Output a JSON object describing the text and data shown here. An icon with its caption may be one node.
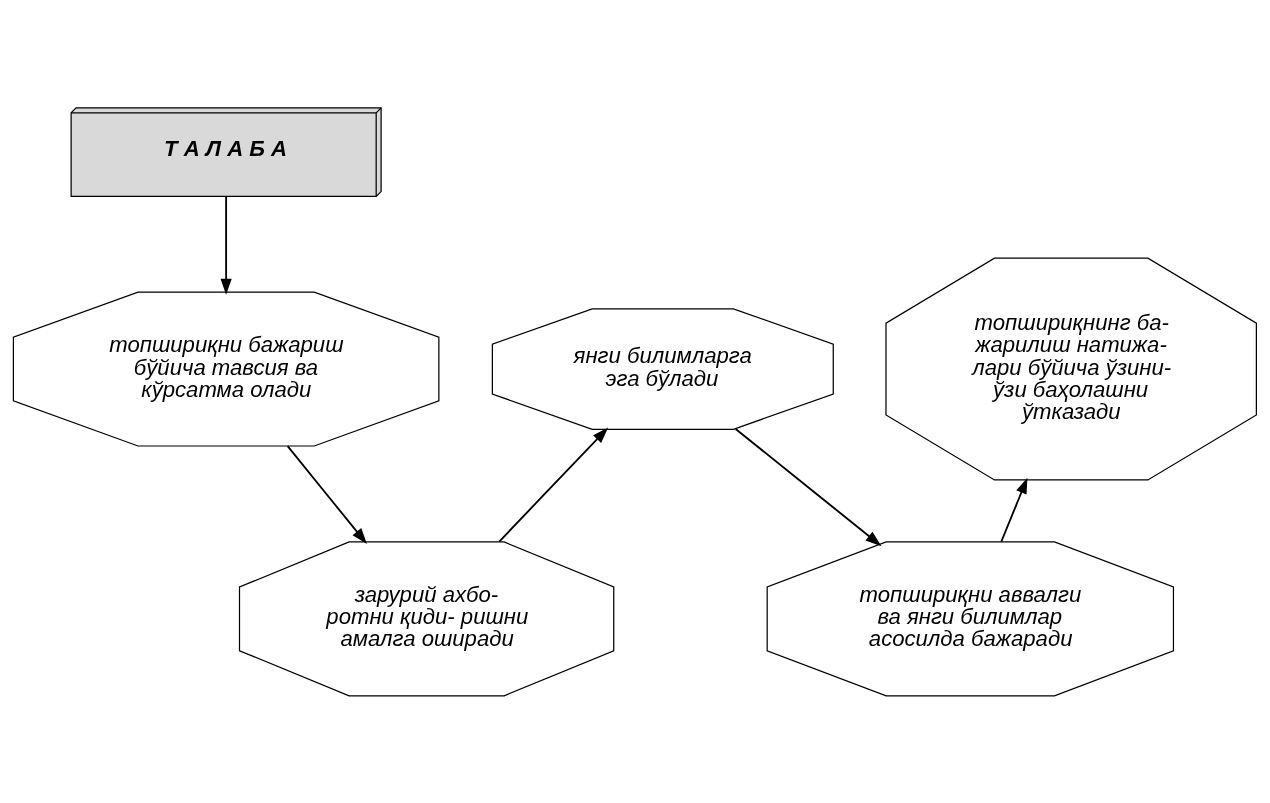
{
  "diagram": {
    "nodes": [
      {
        "text": [
          "Т А Л А Б А"
        ]
      },
      {
        "text": [
          "топшириқни бажариш бўйича тавсия ва кўрсатма олади"
        ]
      },
      {
        "text": [
          "янги билимларга эга бўлади"
        ]
      },
      {
        "text": [
          "топшириқнинг ба- жарилиш натижа- лари бўйича ўзини-ўзи баҳолашни ўтказади"
        ]
      },
      {
        "text": [
          "зарурий ахбо- ротни қиди- ришни амалга оширади"
        ]
      },
      {
        "text": [
          "топшириқни аввалги ва янги билимлар асосилда бажаради"
        ]
      }
    ],
    "edges": [
      {
        "from": 0,
        "to": 1,
        "arrow": "to"
      },
      {
        "from": 1,
        "to": 4,
        "arrow": "to"
      },
      {
        "from": 4,
        "to": 2,
        "arrow": "to"
      },
      {
        "from": 2,
        "to": 5,
        "arrow": "to"
      },
      {
        "from": 5,
        "to": 3,
        "arrow": "to"
      }
    ]
  }
}
